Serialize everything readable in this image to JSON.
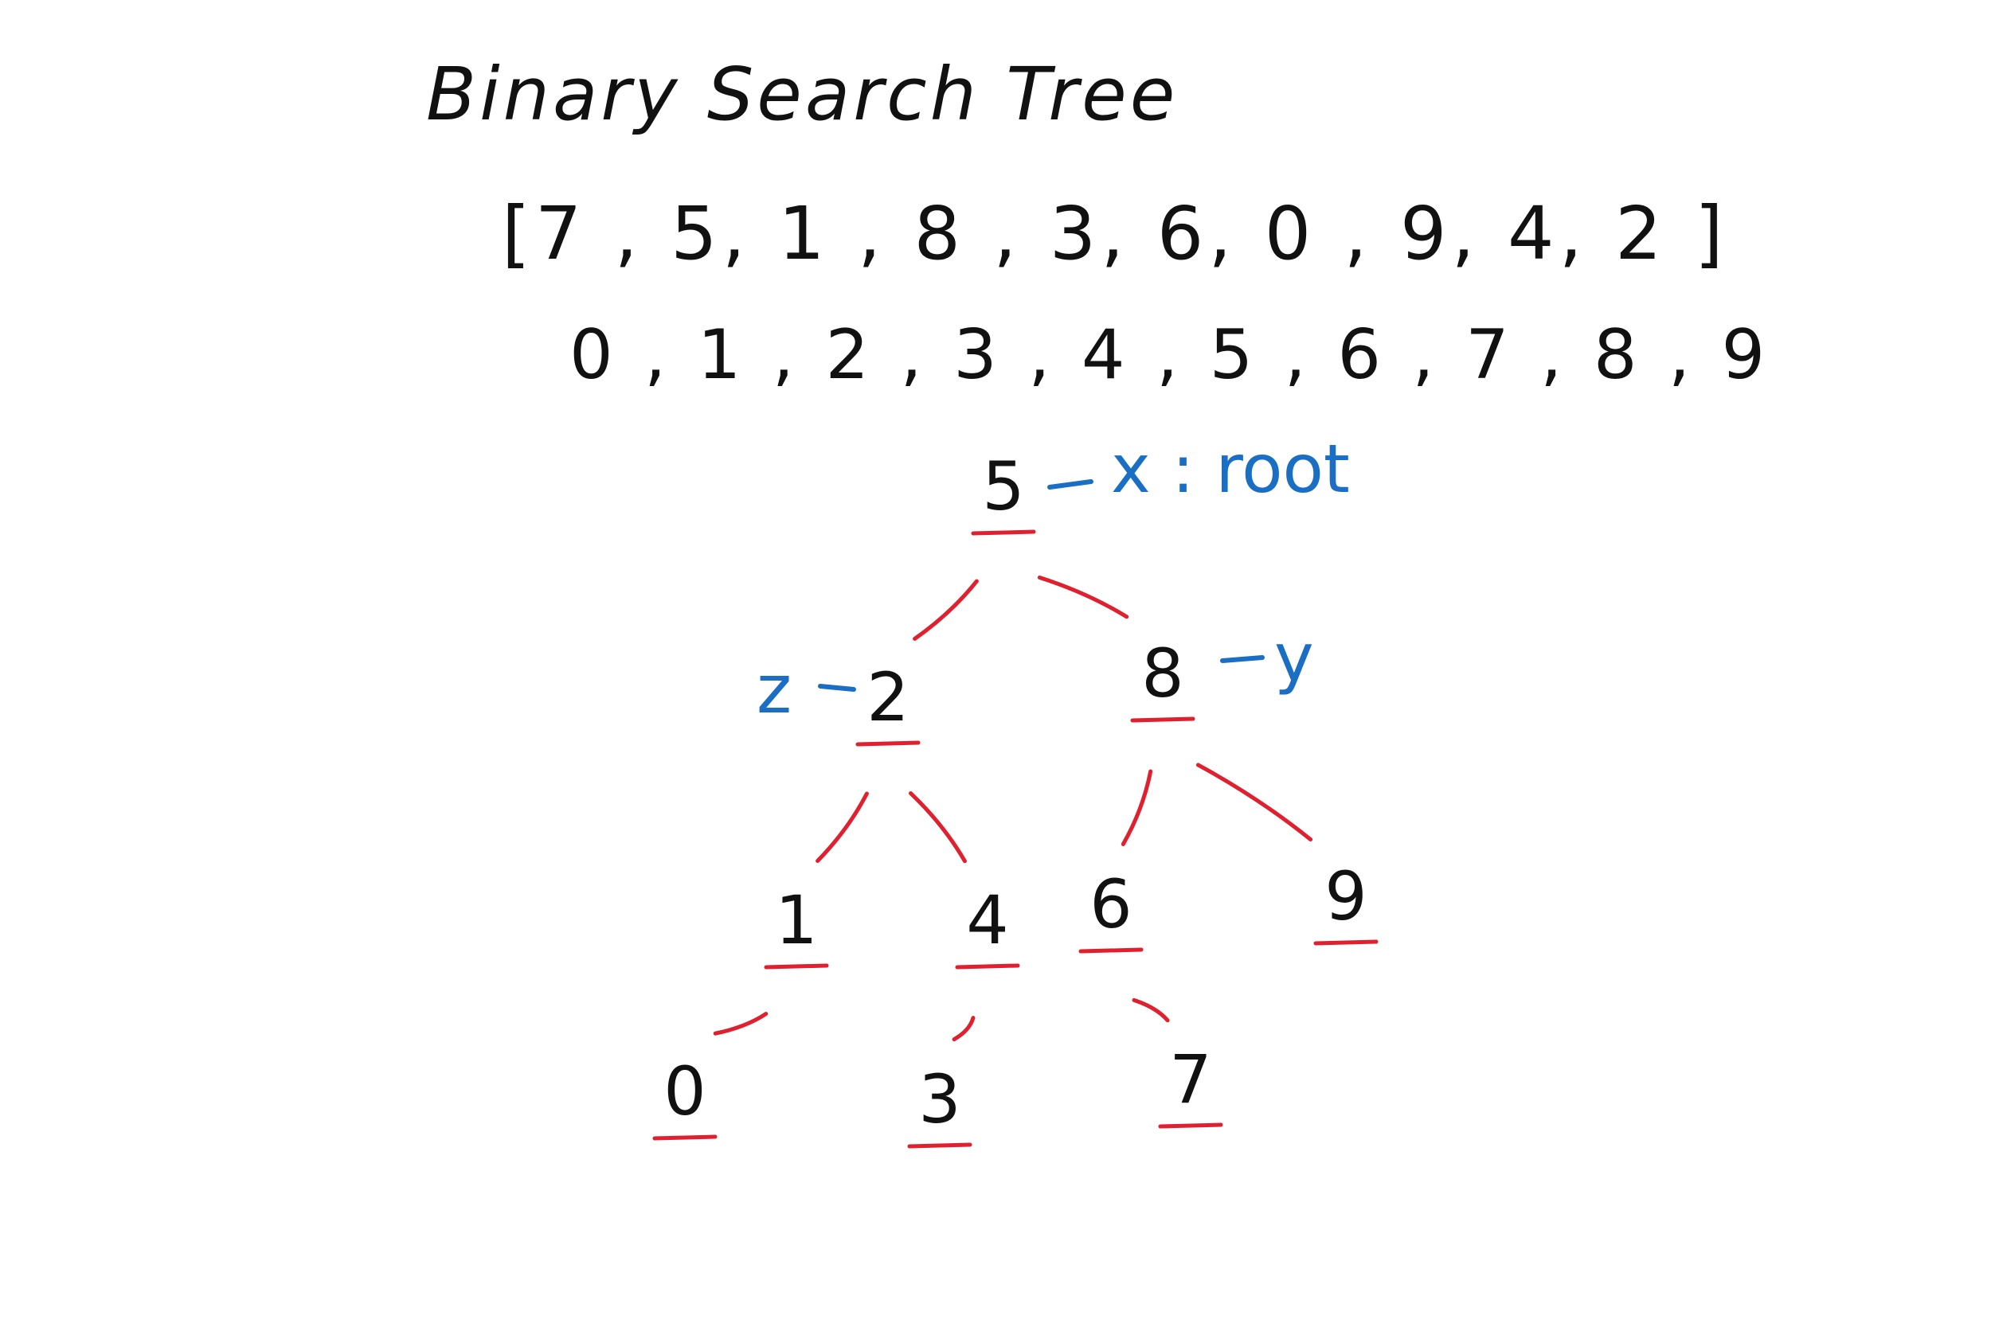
{
  "title": "Binary Search Tree",
  "input_list": "[7 , 5, 1 , 8 , 3, 6, 0 , 9, 4, 2 ]",
  "sorted_list": "0 , 1 , 2 , 3 , 4 , 5 , 6 , 7 , 8 , 9",
  "colors": {
    "ink": "#111111",
    "edges": "#e0202f",
    "annotations": "#1a6fc4"
  },
  "tree": {
    "nodes": [
      {
        "id": "n5",
        "label": "5"
      },
      {
        "id": "n2",
        "label": "2"
      },
      {
        "id": "n8",
        "label": "8"
      },
      {
        "id": "n1",
        "label": "1"
      },
      {
        "id": "n4",
        "label": "4"
      },
      {
        "id": "n6",
        "label": "6"
      },
      {
        "id": "n9",
        "label": "9"
      },
      {
        "id": "n0",
        "label": "0"
      },
      {
        "id": "n3",
        "label": "3"
      },
      {
        "id": "n7",
        "label": "7"
      }
    ],
    "edges": [
      {
        "from": "n5",
        "to": "n2"
      },
      {
        "from": "n5",
        "to": "n8"
      },
      {
        "from": "n2",
        "to": "n1"
      },
      {
        "from": "n2",
        "to": "n4"
      },
      {
        "from": "n8",
        "to": "n6"
      },
      {
        "from": "n8",
        "to": "n9"
      },
      {
        "from": "n1",
        "to": "n0"
      },
      {
        "from": "n4",
        "to": "n3"
      },
      {
        "from": "n6",
        "to": "n7"
      }
    ]
  },
  "annotations": {
    "root": "x : root",
    "left": "z",
    "right": "y"
  }
}
